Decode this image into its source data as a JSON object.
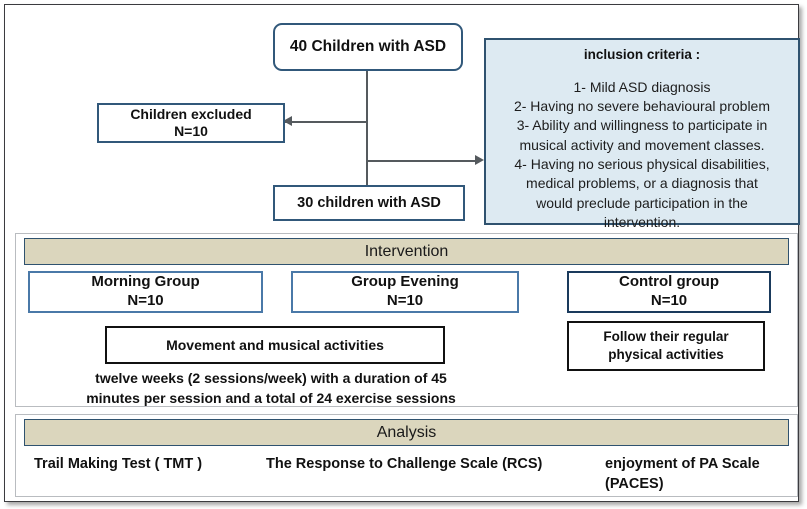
{
  "flow": {
    "enrollment_box": "40 Children with ASD",
    "excluded_box": "Children excluded\nN=10",
    "excluded_label": "Children excluded",
    "excluded_count": "N=10",
    "eligible_box": "30 children with ASD",
    "criteria": {
      "title": "inclusion criteria :",
      "items": [
        "1- Mild ASD diagnosis",
        "2- Having no severe behavioural problem",
        "3- Ability and willingness to participate in",
        "musical activity and movement classes.",
        "4- Having no serious physical disabilities,",
        "medical problems, or a diagnosis that",
        "would preclude participation in the",
        "intervention."
      ]
    }
  },
  "intervention": {
    "band_title": "Intervention",
    "groups": [
      {
        "name": "Morning Group",
        "count": "N=10"
      },
      {
        "name": "Group Evening",
        "count": "N=10"
      },
      {
        "name": "Control group",
        "count": "N=10"
      }
    ],
    "activity_box": "Movement and musical activities",
    "control_activity_line1": "Follow their regular",
    "control_activity_line2": "physical activities",
    "duration_line1": "twelve weeks (2 sessions/week) with a duration of 45",
    "duration_line2": "minutes per session and a total of 24 exercise sessions"
  },
  "analysis": {
    "band_title": "Analysis",
    "measures": [
      "Trail Making Test ( TMT )",
      "The Response to Challenge Scale (RCS)",
      "enjoyment of PA Scale (PACES)"
    ],
    "paces_line1": "enjoyment of PA Scale",
    "paces_line2": "(PACES)"
  },
  "colors": {
    "band_fill": "#dbd6bd",
    "criteria_fill": "#ddeaf2",
    "primary_border": "#31587a",
    "group_border": "#4a79a8",
    "dark_border": "#111111",
    "connector": "#555a5e"
  }
}
